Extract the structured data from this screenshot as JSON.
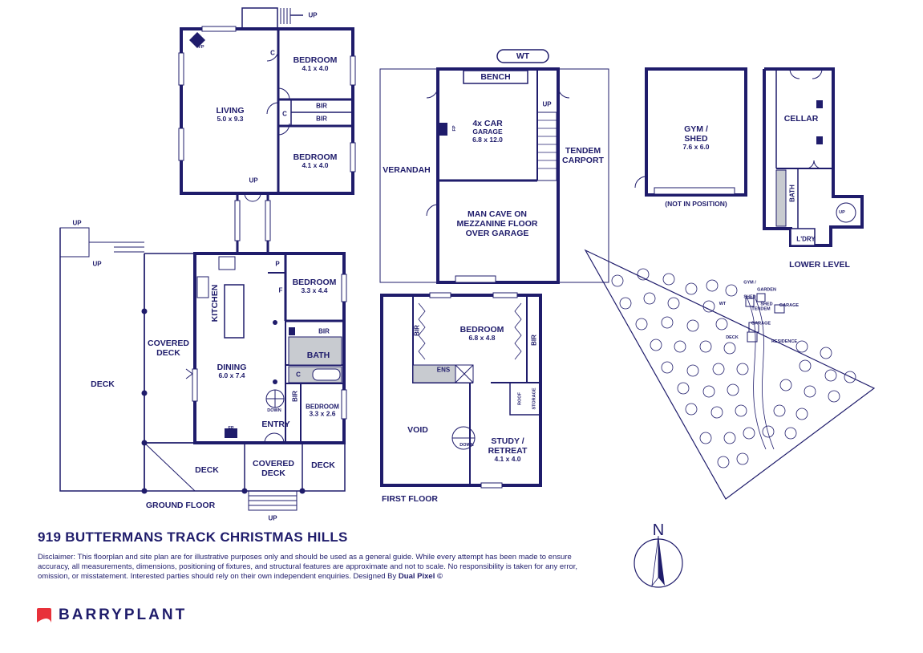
{
  "ground_floor": {
    "title": "GROUND FLOOR",
    "rooms": [
      {
        "name": "LIVING",
        "dims": "5.0 x 9.3"
      },
      {
        "name": "BEDROOM",
        "dims": "4.1 x 4.0"
      },
      {
        "name": "BEDROOM",
        "dims": "4.1 x 4.0"
      },
      {
        "name": "BEDROOM",
        "dims": "3.3 x 4.4"
      },
      {
        "name": "DINING",
        "dims": "6.0 x 7.4"
      },
      {
        "name": "BEDROOM",
        "dims": "3.3 x 2.6"
      }
    ],
    "labels": {
      "kitchen": "KITCHEN",
      "covered_deck": "COVERED DECK",
      "deck": "DECK",
      "deck_bottom": "DECK",
      "deck_right": "DECK",
      "covered_deck_bottom": "COVERED DECK",
      "entry": "ENTRY",
      "bath": "BATH",
      "bir": "BIR",
      "bir2": "BIR",
      "bir3": "BIR",
      "bir4": "BIR",
      "c1": "C",
      "c2": "C",
      "c3": "C",
      "p": "P",
      "f": "F",
      "fp": "FP",
      "fp_living": "FP",
      "up1": "UP",
      "up2": "UP",
      "up3": "UP",
      "up4": "UP",
      "up5": "UP",
      "down": "DOWN"
    }
  },
  "garage": {
    "wt": "WT",
    "bench": "BENCH",
    "room": {
      "name": "4x CAR",
      "sub": "GARAGE",
      "dims": "6.8 x 12.0"
    },
    "fp": "FP",
    "up": "UP",
    "verandah": "VERANDAH",
    "tendem": "TENDEM",
    "carport": "CARPORT",
    "man_cave": [
      "MAN CAVE ON",
      "MEZZANINE FLOOR",
      "OVER GARAGE"
    ]
  },
  "first_floor": {
    "title": "FIRST FLOOR",
    "bedroom": {
      "name": "BEDROOM",
      "dims": "6.8 x 4.8"
    },
    "study": {
      "name": "STUDY /",
      "sub": "RETREAT",
      "dims": "4.1 x 4.0"
    },
    "void": "VOID",
    "ens": "ENS",
    "bir_left": "BIR",
    "bir_right": "BIR",
    "roof_storage": [
      "ROOF",
      "STORAGE"
    ],
    "down": "DOWN"
  },
  "gym": {
    "name": "GYM /",
    "sub": "SHED",
    "dims": "7.6 x 6.0",
    "note": "(NOT IN POSITION)"
  },
  "lower_level": {
    "title": "LOWER LEVEL",
    "cellar": "CELLAR",
    "bath": "BATH",
    "ldry": "L'DRY",
    "up": "UP"
  },
  "site_plan": {
    "residence": "RESIDENCE",
    "deck": "DECK",
    "gym_shed": [
      "GYM /",
      "SHED"
    ],
    "garden_shed": [
      "GARDEN",
      "SHED"
    ],
    "wt": "WT",
    "tendem_garage": [
      "TENDEM",
      "GARAGE"
    ],
    "garage": "GARAGE"
  },
  "address": "919 BUTTERMANS TRACK CHRISTMAS HILLS",
  "disclaimer": {
    "text": "Disclaimer: This floorplan and site plan are for illustrative purposes only and should be used as a general guide. While every attempt has been made to ensure accuracy, all measurements, dimensions, positioning of fixtures, and structural features are approximate and not to scale. No responsibility is taken for any error, omission, or misstatement. Interested parties should rely on their own independent enquiries. Designed By ",
    "designer": "Dual Pixel ©"
  },
  "brand": {
    "name": "BARRYPLANT",
    "color": "#e8313a"
  },
  "compass": {
    "label": "N"
  },
  "colors": {
    "wall": "#1f1c6b",
    "fill": "#c8cbd0"
  }
}
